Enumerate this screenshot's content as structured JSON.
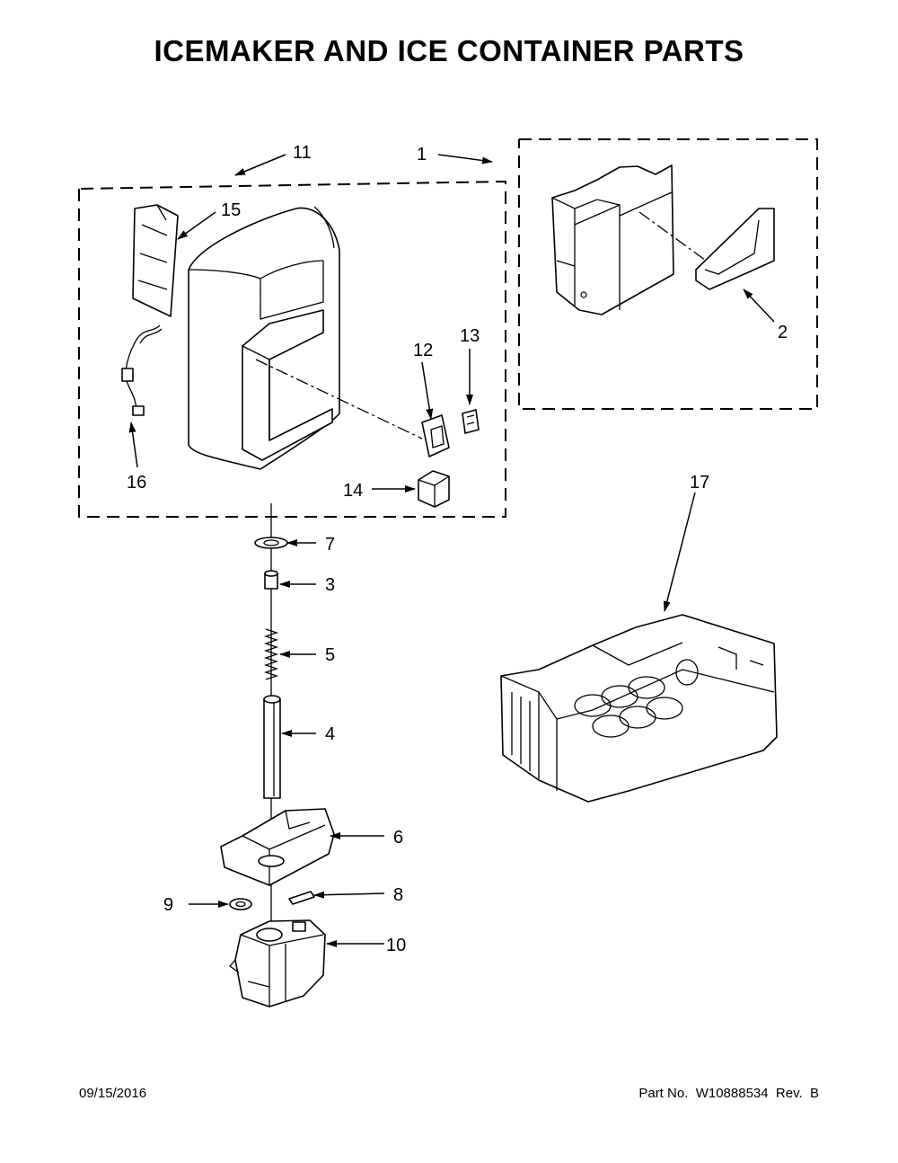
{
  "page": {
    "title": "ICEMAKER AND ICE CONTAINER PARTS",
    "date": "09/15/2016",
    "part_number": "Part No.  W10888534  Rev.  B"
  },
  "callouts": {
    "c1": "1",
    "c2": "2",
    "c3": "3",
    "c4": "4",
    "c5": "5",
    "c6": "6",
    "c7": "7",
    "c8": "8",
    "c9": "9",
    "c10": "10",
    "c11": "11",
    "c12": "12",
    "c13": "13",
    "c14": "14",
    "c15": "15",
    "c16": "16",
    "c17": "17"
  }
}
